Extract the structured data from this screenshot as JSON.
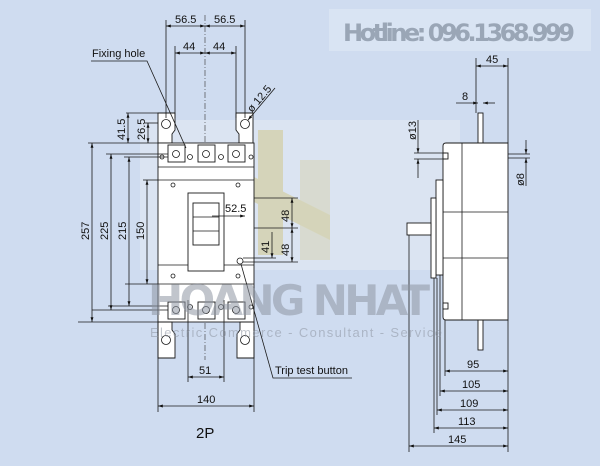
{
  "watermark": {
    "hotline": "Hotline: 096.1368.999",
    "brand": "HOANG NHAT",
    "tagline": "Electric Commerce - Consultant - Service",
    "logo_color": "#d8d2a8"
  },
  "front_view": {
    "callouts": {
      "fixing_hole": "Fixing hole",
      "trip_test_button": "Trip test button"
    },
    "dims": {
      "top_outer_left": "56.5",
      "top_outer_right": "56.5",
      "top_inner_left": "44",
      "top_inner_right": "44",
      "hole_dia": "ø 12.5",
      "d41_5": "41.5",
      "d26_5": "26.5",
      "d257": "257",
      "d225": "225",
      "d215": "215",
      "d150": "150",
      "d52_5": "52.5",
      "d48a": "48",
      "d48b": "48",
      "d41": "41",
      "d51": "51",
      "d140": "140"
    },
    "caption": "2P"
  },
  "side_view": {
    "dims": {
      "d45": "45",
      "d8": "8",
      "d13": "ø13",
      "dia8": "ø8",
      "d95": "95",
      "d105": "105",
      "d109": "109",
      "d113": "113",
      "d145": "145"
    }
  }
}
